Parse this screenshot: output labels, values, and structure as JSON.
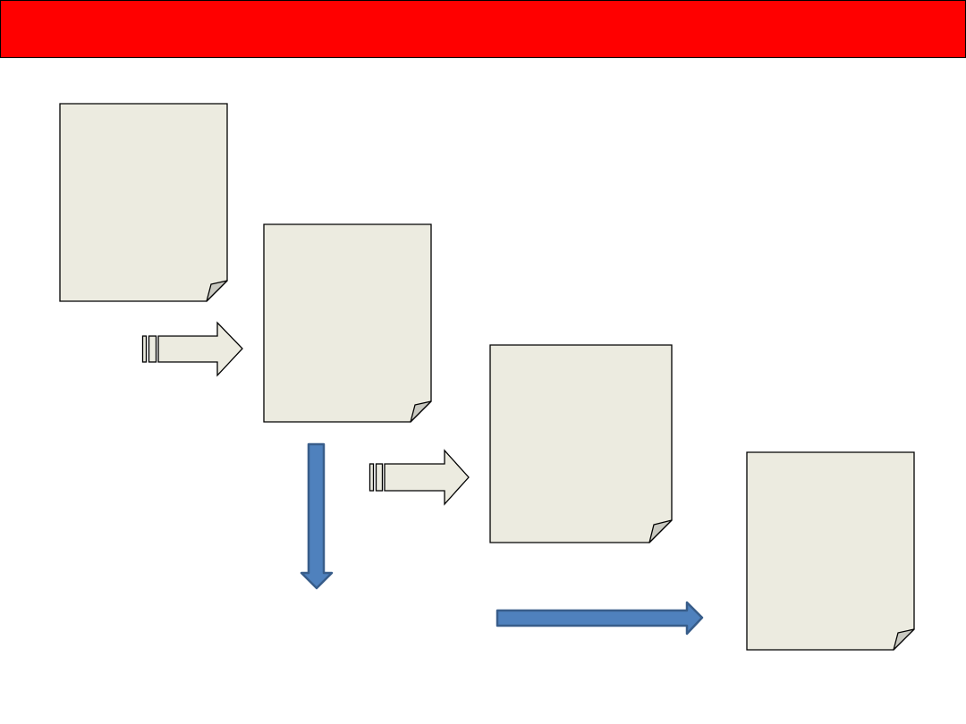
{
  "colors": {
    "header": "#ff0000",
    "document_fill": "#ecebe0",
    "fold_fill": "#c9c9c1",
    "outline": "#000000",
    "blue_arrow_fill": "#4f81bd",
    "blue_arrow_stroke": "#385d8a"
  },
  "icons": {
    "documents": "folded-corner-page",
    "striped_arrows": "striped-right-arrow",
    "blue_arrows": [
      "down-arrow",
      "right-arrow"
    ]
  }
}
